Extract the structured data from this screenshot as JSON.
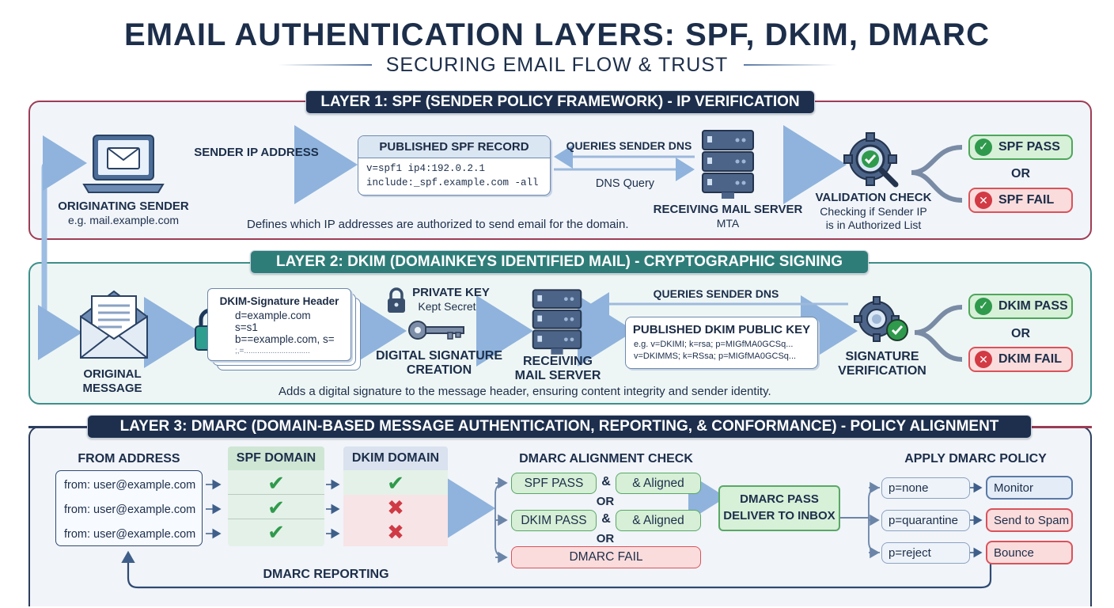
{
  "title": "EMAIL AUTHENTICATION LAYERS: SPF, DKIM, DMARC",
  "subtitle": "SECURING EMAIL FLOW & TRUST",
  "colors": {
    "spf_layer": "#9e3c55",
    "dkim_layer": "#3d8f8a",
    "dmarc_layer": "#2c3e5e",
    "pass": "#2f9a4c",
    "fail": "#d23a44",
    "arrow": "#8fb3dc"
  },
  "layer1": {
    "banner": "LAYER 1: SPF (SENDER POLICY FRAMEWORK) - IP VERIFICATION",
    "sender_icon": "laptop-mail-icon",
    "sender_label": "ORIGINATING SENDER",
    "sender_sub": "e.g. mail.example.com",
    "arrow_label": "SENDER IP ADDRESS",
    "record_title": "PUBLISHED SPF RECORD",
    "record_line1": "v=spf1 ip4:192.0.2.1",
    "record_line2": "include:_spf.example.com -all",
    "queries_label": "QUERIES SENDER DNS",
    "dns_query": "DNS Query",
    "server_icon": "server-icon",
    "server_label": "RECEIVING MAIL SERVER",
    "server_sub": "MTA",
    "check_icon": "gear-magnifier-icon",
    "check_label": "VALIDATION CHECK",
    "check_sub1": "Checking if Sender IP",
    "check_sub2": "is in Authorized List",
    "pass": "SPF PASS",
    "or": "OR",
    "fail": "SPF FAIL",
    "note": "Defines which IP addresses are authorized to send email for the domain."
  },
  "layer2": {
    "banner": "LAYER 2: DKIM (DOMAINKEYS IDENTIFIED MAIL) - CRYPTOGRAPHIC SIGNING",
    "message_icon": "envelope-letter-icon",
    "message_label1": "ORIGINAL",
    "message_label2": "MESSAGE",
    "header_title": "DKIM-Signature Header",
    "header_line1": "d=example.com",
    "header_line2": "s=s1",
    "header_line3": "b==example.com, s=",
    "header_line4": ";,=..............................",
    "private_key": "PRIVATE KEY",
    "kept_secret": "Kept Secret",
    "sig_creation1": "DIGITAL SIGNATURE",
    "sig_creation2": "CREATION",
    "queries_label": "QUERIES SENDER DNS",
    "server_label1": "RECEIVING",
    "server_label2": "MAIL SERVER",
    "pubkey_title": "PUBLISHED DKIM PUBLIC KEY",
    "pubkey_line1": "e.g. v=DKIMI; k=rsa; p=MIGfMA0GCSq...",
    "pubkey_line2": "v=DKIMMS; k=RSsa; p=MIGfMA0GCSq...",
    "verify_label1": "SIGNATURE",
    "verify_label2": "VERIFICATION",
    "pass": "DKIM PASS",
    "or": "OR",
    "fail": "DKIM FAIL",
    "note": "Adds a digital signature to the message header, ensuring content integrity and sender identity."
  },
  "layer3": {
    "banner": "LAYER 3: DMARC (DOMAIN-BASED MESSAGE AUTHENTICATION, REPORTING, & CONFORMANCE) - POLICY ALIGNMENT",
    "from_header": "FROM ADDRESS",
    "from_rows": [
      "from: user@example.com",
      "from: user@example.com",
      "from: user@example.com"
    ],
    "spf_header": "SPF DOMAIN",
    "dkim_header": "DKIM DOMAIN",
    "spf_results": [
      "pass",
      "pass",
      "pass"
    ],
    "dkim_results": [
      "pass",
      "fail",
      "fail"
    ],
    "check_header": "DMARC ALIGNMENT CHECK",
    "spf_pass": "SPF PASS",
    "dkim_pass": "DKIM PASS",
    "amp": "&",
    "aligned": "& Aligned",
    "or": "OR",
    "dmarc_fail": "DMARC FAIL",
    "result1": "DMARC PASS",
    "result2": "DELIVER TO INBOX",
    "policy_header": "APPLY DMARC POLICY",
    "policies": [
      {
        "policy": "p=none",
        "action": "Monitor"
      },
      {
        "policy": "p=quarantine",
        "action": "Send to Spam"
      },
      {
        "policy": "p=reject",
        "action": "Bounce"
      }
    ],
    "reporting": "DMARC REPORTING"
  }
}
